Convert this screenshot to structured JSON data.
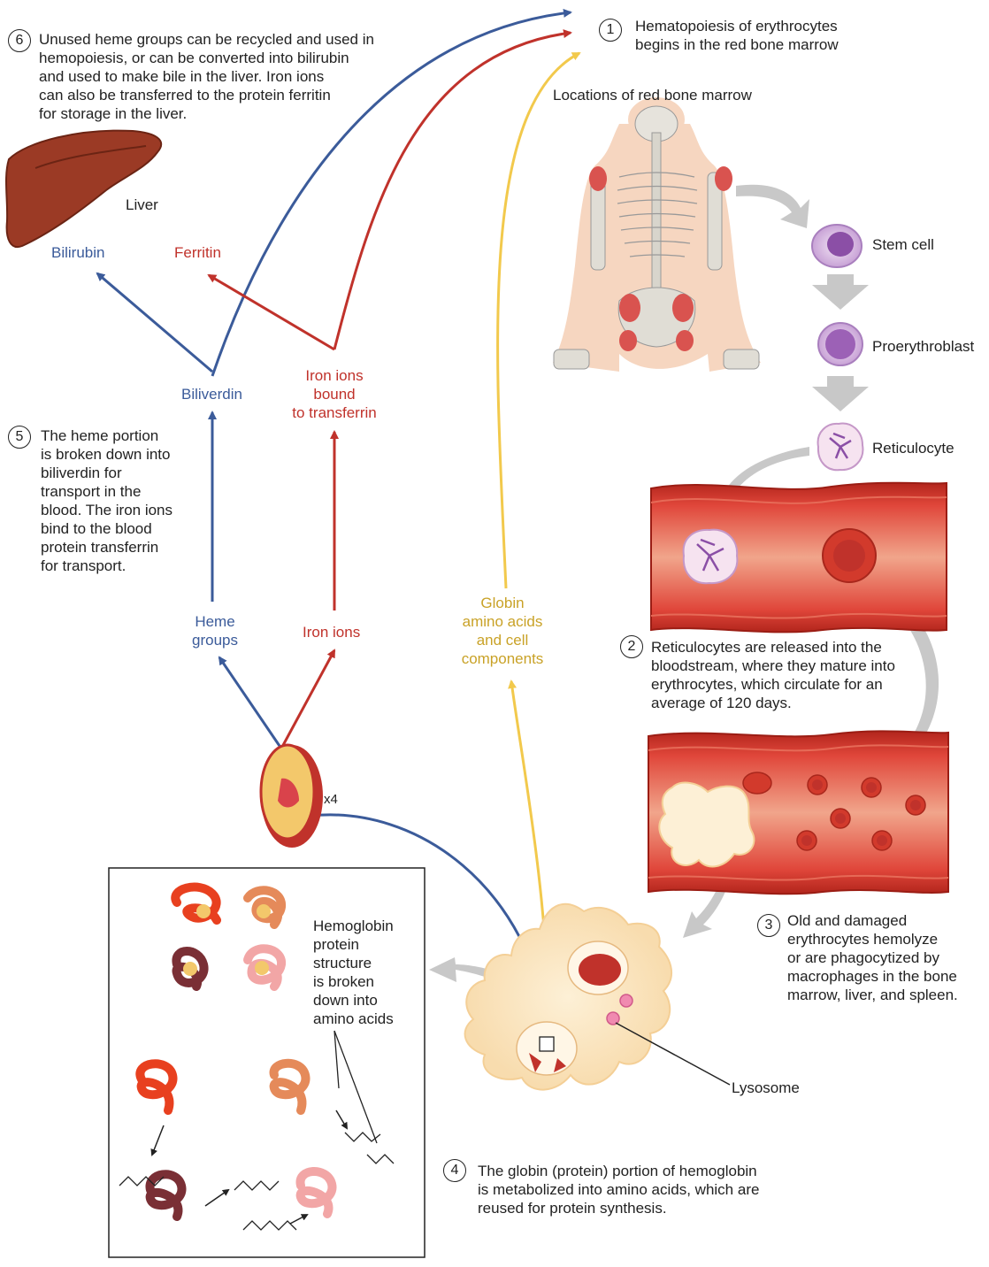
{
  "steps": [
    {
      "number": "1",
      "text_lines": [
        "Hematopoiesis of erythrocytes",
        "begins in the red bone marrow"
      ]
    },
    {
      "number": "2",
      "text_lines": [
        "Reticulocytes are released into the",
        "bloodstream, where they mature into",
        "erythrocytes, which circulate for an",
        "average of 120 days."
      ]
    },
    {
      "number": "3",
      "text_lines": [
        "Old and damaged",
        "erythrocytes hemolyze",
        "or are phagocytized by",
        "macrophages in the bone",
        "marrow, liver, and spleen."
      ]
    },
    {
      "number": "4",
      "text_lines": [
        "The globin (protein) portion of hemoglobin",
        "is metabolized into amino acids, which are",
        "reused for protein synthesis."
      ]
    },
    {
      "number": "5",
      "text_lines": [
        "The heme portion",
        "is broken down into",
        "biliverdin for",
        "transport in the",
        "blood. The iron ions",
        "bind to the blood",
        "protein transferrin",
        "for transport."
      ]
    },
    {
      "number": "6",
      "text_lines": [
        "Unused heme groups can be recycled and used in",
        "hemopoiesis, or can be converted into bilirubin",
        "and used to make bile in the liver. Iron ions",
        "can also be transferred to the protein ferritin",
        "for storage in the liver."
      ]
    }
  ],
  "labels": {
    "locations_marrow": "Locations of red bone marrow",
    "liver": "Liver",
    "bilirubin": "Bilirubin",
    "ferritin": "Ferritin",
    "biliverdin": "Biliverdin",
    "iron_transferrin_lines": [
      "Iron ions",
      "bound",
      "to transferrin"
    ],
    "heme_groups_lines": [
      "Heme",
      "groups"
    ],
    "iron_ions": "Iron ions",
    "globin_lines": [
      "Globin",
      "amino acids",
      "and cell",
      "components"
    ],
    "stem_cell": "Stem cell",
    "proerythroblast": "Proerythroblast",
    "reticulocyte": "Reticulocyte",
    "x4": "x4",
    "hemoglobin_lines": [
      "Hemoglobin",
      "protein",
      "structure",
      "is broken",
      "down into",
      "amino acids"
    ],
    "lysosome": "Lysosome"
  },
  "colors": {
    "heme_path": "#3b5b9a",
    "iron_path": "#c0322b",
    "globin_path": "#f2c94c",
    "label_gold": "#c9a227",
    "vessel": "#c62e24",
    "gray_arrow": "#c8c8c8"
  },
  "icons": [
    "liver-icon",
    "skeleton-icon",
    "stem-cell-icon",
    "proerythroblast-icon",
    "reticulocyte-icon",
    "blood-vessel-icon",
    "erythrocyte-icon",
    "macrophage-icon",
    "heme-disc-icon",
    "hemoglobin-icon",
    "amino-acid-chain-icon",
    "lysosome-icon"
  ]
}
